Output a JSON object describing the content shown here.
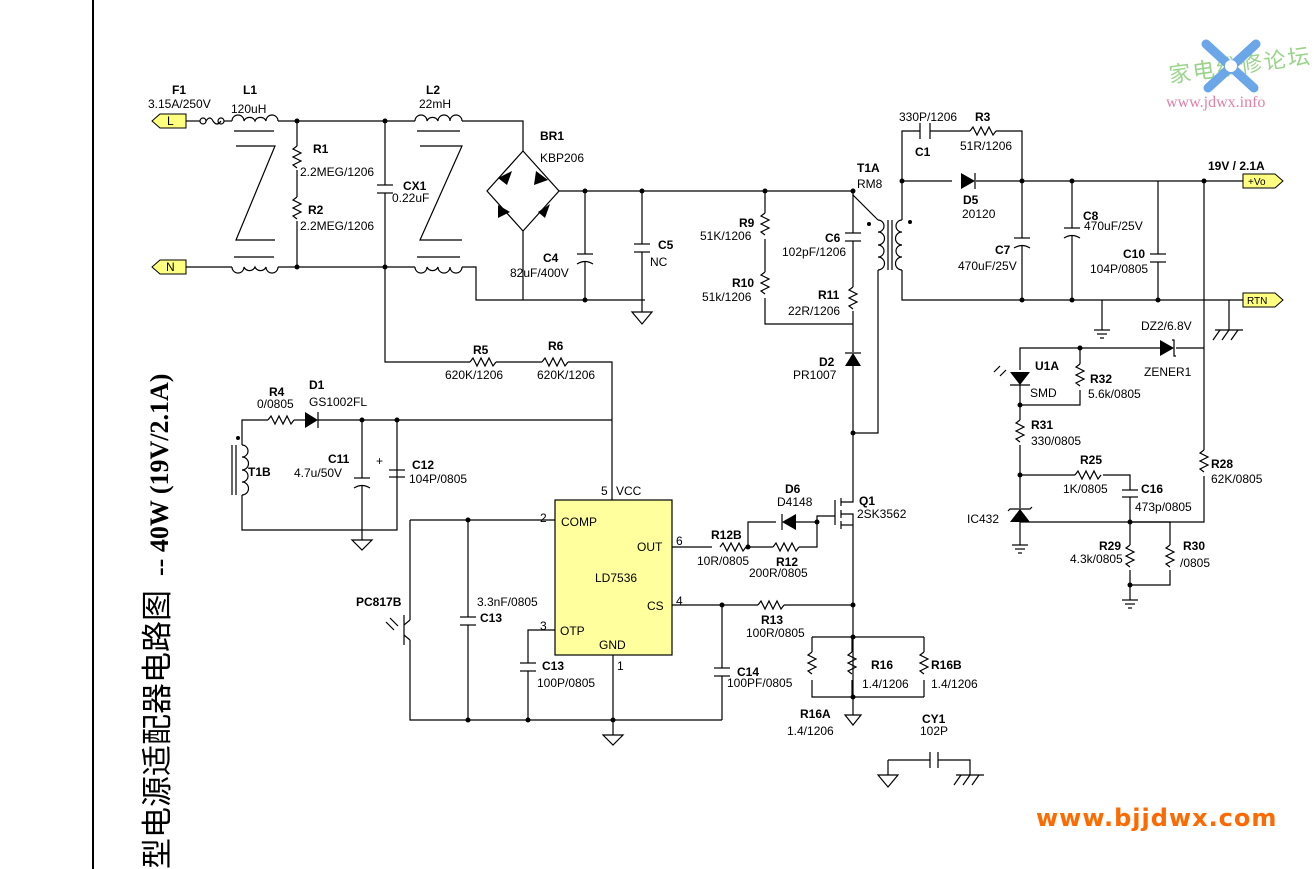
{
  "title": {
    "cn": "型电源适配器电路图",
    "spec": "-- 40W (19V/2.1A)"
  },
  "logo": {
    "cn": "家电维修论坛",
    "url": "www.jdwx.info",
    "icon": "wrench-screwdriver-icon"
  },
  "watermark": "www.bjjdwx.com",
  "ports": {
    "L": "L",
    "N": "N",
    "vo": "+Vo",
    "rtn": "RTN"
  },
  "output": "19V / 2.1A",
  "components": {
    "F1": {
      "ref": "F1",
      "value": "3.15A/250V"
    },
    "L1": {
      "ref": "L1",
      "value": "120uH"
    },
    "L2": {
      "ref": "L2",
      "value": "22mH"
    },
    "R1": {
      "ref": "R1",
      "value": "2.2MEG/1206"
    },
    "R2": {
      "ref": "R2",
      "value": "2.2MEG/1206"
    },
    "CX1": {
      "ref": "CX1",
      "value": "0.22uF"
    },
    "BR1": {
      "ref": "BR1",
      "value": "KBP206"
    },
    "C4": {
      "ref": "C4",
      "value": "82uF/400V"
    },
    "C5": {
      "ref": "C5",
      "value": "NC"
    },
    "R9": {
      "ref": "R9",
      "value": "51K/1206"
    },
    "R10": {
      "ref": "R10",
      "value": "51k/1206"
    },
    "C6": {
      "ref": "C6",
      "value": "102pF/1206"
    },
    "R11": {
      "ref": "R11",
      "value": "22R/1206"
    },
    "D2": {
      "ref": "D2",
      "value": "PR1007"
    },
    "T1A": {
      "ref": "T1A",
      "value": "RM8"
    },
    "C1": {
      "ref": "C1",
      "value": "330P/1206"
    },
    "R3": {
      "ref": "R3",
      "value": "51R/1206"
    },
    "D5": {
      "ref": "D5",
      "value": "20120"
    },
    "C7": {
      "ref": "C7",
      "value": "470uF/25V"
    },
    "C8": {
      "ref": "C8",
      "value": "470uF/25V"
    },
    "C10": {
      "ref": "C10",
      "value": "104P/0805"
    },
    "DZ2": {
      "ref": "DZ2/6.8V",
      "value": "ZENER1"
    },
    "U1A": {
      "ref": "U1A",
      "value": "SMD"
    },
    "R32": {
      "ref": "R32",
      "value": "5.6k/0805"
    },
    "R31": {
      "ref": "R31",
      "value": "330/0805"
    },
    "R25": {
      "ref": "R25",
      "value": "1K/0805"
    },
    "C16": {
      "ref": "C16",
      "value": "473p/0805"
    },
    "R28": {
      "ref": "R28",
      "value": "62K/0805"
    },
    "IC432": {
      "ref": "IC432"
    },
    "R29": {
      "ref": "R29",
      "value": "4.3k/0805"
    },
    "R30": {
      "ref": "R30",
      "value": "/0805"
    },
    "R5": {
      "ref": "R5",
      "value": "620K/1206"
    },
    "R6": {
      "ref": "R6",
      "value": "620K/1206"
    },
    "R4": {
      "ref": "R4",
      "value": "0/0805"
    },
    "D1": {
      "ref": "D1",
      "value": "GS1002FL"
    },
    "T1B": {
      "ref": "T1B"
    },
    "C11": {
      "ref": "C11",
      "value": "4.7u/50V"
    },
    "C12": {
      "ref": "C12",
      "value": "104P/0805"
    },
    "D6": {
      "ref": "D6",
      "value": "D4148"
    },
    "Q1": {
      "ref": "Q1",
      "value": "2SK3562"
    },
    "R12B": {
      "ref": "R12B",
      "value": "10R/0805"
    },
    "R12": {
      "ref": "R12",
      "value": "200R/0805"
    },
    "PC817B": {
      "ref": "PC817B"
    },
    "C13a": {
      "ref": "C13",
      "value": "3.3nF/0805"
    },
    "C13b": {
      "ref": "C13",
      "value": "100P/0805"
    },
    "R13": {
      "ref": "R13",
      "value": "100R/0805"
    },
    "C14": {
      "ref": "C14",
      "value": "100PF/0805"
    },
    "R16": {
      "ref": "R16",
      "value": "1.4/1206"
    },
    "R16B": {
      "ref": "R16B",
      "value": "1.4/1206"
    },
    "R16A": {
      "ref": "R16A",
      "value": "1.4/1206"
    },
    "CY1": {
      "ref": "CY1",
      "value": "102P"
    }
  },
  "ic": {
    "name": "LD7536",
    "pins": {
      "vcc": "VCC",
      "vcc_no": "5",
      "comp": "COMP",
      "comp_no": "2",
      "out": "OUT",
      "out_no": "6",
      "cs": "CS",
      "cs_no": "4",
      "otp": "OTP",
      "otp_no": "3",
      "gnd": "GND",
      "gnd_no": "1"
    }
  }
}
